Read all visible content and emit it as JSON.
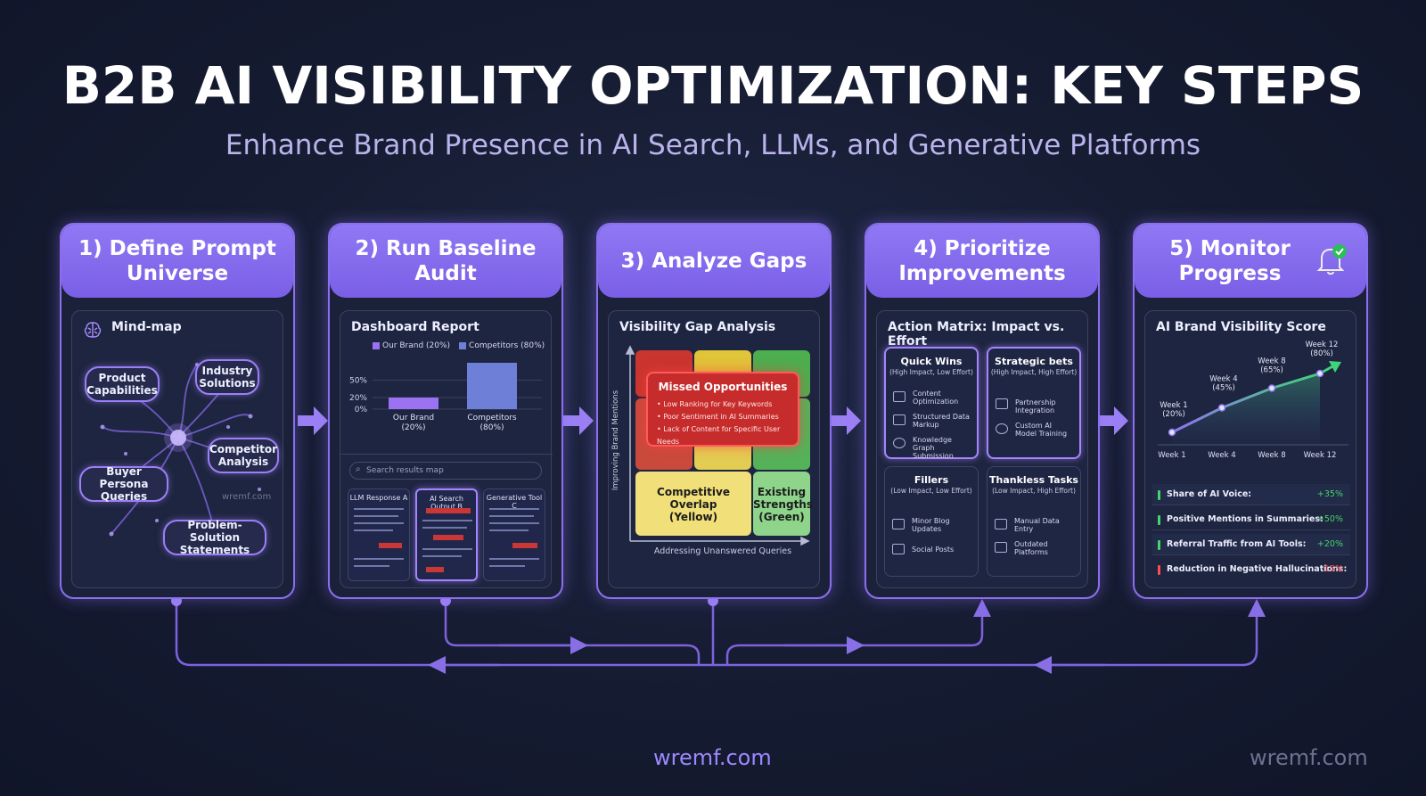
{
  "header": {
    "title": "B2B AI VISIBILITY OPTIMIZATION: KEY STEPS",
    "subtitle": "Enhance Brand Presence in AI Search, LLMs, and Generative Platforms"
  },
  "colors": {
    "accent": "#8b6ff0",
    "missed": "#c72c2c",
    "positive": "#46d36a",
    "negative": "#ff4c4c"
  },
  "steps": [
    {
      "title": "1) Define Prompt Universe",
      "panel_title": "Mind-map",
      "icon": "brain-icon",
      "nodes": [
        "Product Capabilities",
        "Industry Solutions",
        "Competitor Analysis",
        "Buyer Persona Queries",
        "Problem-Solution Statements"
      ],
      "watermark": "wremf.com"
    },
    {
      "title": "2) Run Baseline Audit",
      "panel_title": "Dashboard Report",
      "legend": [
        "Our Brand (20%)",
        "Competitors (80%)"
      ],
      "yticks": [
        "50%",
        "20%",
        "0%"
      ],
      "search_placeholder": "Search results map",
      "results": [
        "LLM Response A",
        "AI Search Output B",
        "Generative Tool C"
      ]
    },
    {
      "title": "3) Analyze Gaps",
      "panel_title": "Visibility Gap Analysis",
      "missed_title": "Missed Opportunities",
      "missed_items": [
        "• Low Ranking for Key Keywords",
        "• Poor Sentiment in AI Summaries",
        "• Lack of Content for Specific User Needs"
      ],
      "quad_yellow": "Competitive Overlap (Yellow)",
      "quad_green": "Existing Strengths (Green)",
      "y_axis": "Improving Brand Mentions",
      "x_axis": "Addressing Unanswered Queries"
    },
    {
      "title": "4) Prioritize Improvements",
      "panel_title": "Action Matrix: Impact vs. Effort",
      "quadrants": [
        {
          "title": "Quick Wins",
          "sub": "(High Impact, Low Effort)",
          "items": [
            "Content Optimization",
            "Structured Data Markup",
            "Knowledge Graph Submission"
          ]
        },
        {
          "title": "Strategic bets",
          "sub": "(High Impact, High Effort)",
          "items": [
            "Partnership Integration",
            "Custom AI Model Training"
          ]
        },
        {
          "title": "Fillers",
          "sub": "(Low Impact, Low Effort)",
          "items": [
            "Minor Blog Updates",
            "Social Posts"
          ]
        },
        {
          "title": "Thankless Tasks",
          "sub": "(Low Impact, High Effort)",
          "items": [
            "Manual Data Entry",
            "Outdated Platforms"
          ]
        }
      ]
    },
    {
      "title": "5) Monitor Progress",
      "panel_title": "AI Brand Visibility Score",
      "kpis": [
        {
          "label": "Share of AI Voice:",
          "value": "+35%"
        },
        {
          "label": "Positive Mentions in Summaries:",
          "value": "+50%"
        },
        {
          "label": "Referral Traffic from AI Tools:",
          "value": "+20%"
        },
        {
          "label": "Reduction in Negative Hallucinations:",
          "value": "-15%"
        }
      ]
    }
  ],
  "chart_data": [
    {
      "type": "bar",
      "categories": [
        "Our Brand (20%)",
        "Competitors (80%)"
      ],
      "values": [
        20,
        80
      ],
      "yticks": [
        "0%",
        "20%",
        "50%"
      ]
    },
    {
      "type": "line",
      "x": [
        "Week 1",
        "Week 4",
        "Week 8",
        "Week 12"
      ],
      "values": [
        20,
        45,
        65,
        80
      ],
      "point_labels": [
        [
          "Week 1",
          "(20%)"
        ],
        [
          "Week 4",
          "(45%)"
        ],
        [
          "Week 8",
          "(65%)"
        ],
        [
          "Week 12",
          "(80%)"
        ]
      ]
    }
  ],
  "footer": {
    "center": "wremf.com",
    "right": "wremf.com"
  }
}
